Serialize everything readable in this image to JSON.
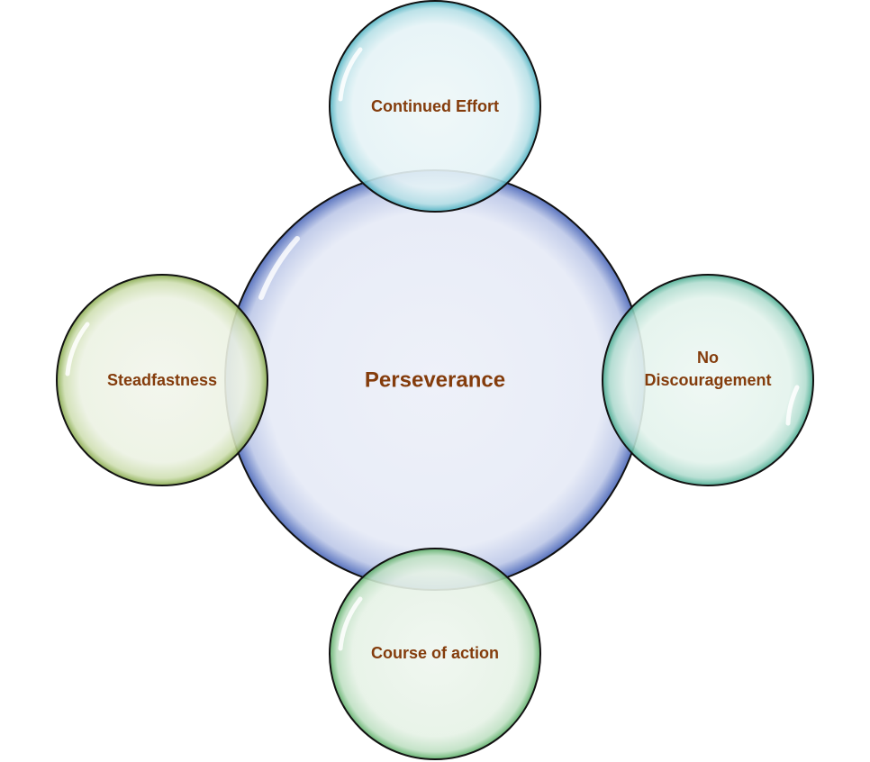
{
  "diagram": {
    "center": {
      "label": "Perseverance",
      "fill": "#eaeef7",
      "stroke": "#3b57a8"
    },
    "satellites": {
      "top": {
        "label": "Continued Effort",
        "fill": "#e6f4f6",
        "stroke": "#3b9fb0"
      },
      "left": {
        "label": "Steadfastness",
        "fill": "#eef3e6",
        "stroke": "#7a9e3c"
      },
      "right": {
        "label_line1": "No",
        "label_line2": "Discouragement",
        "fill": "#e6f4ef",
        "stroke": "#3aa68a"
      },
      "bottom": {
        "label": "Course of action",
        "fill": "#e8f3e8",
        "stroke": "#4ea55c"
      }
    },
    "label_color": "#843c0c",
    "outline_color": "#111111"
  }
}
